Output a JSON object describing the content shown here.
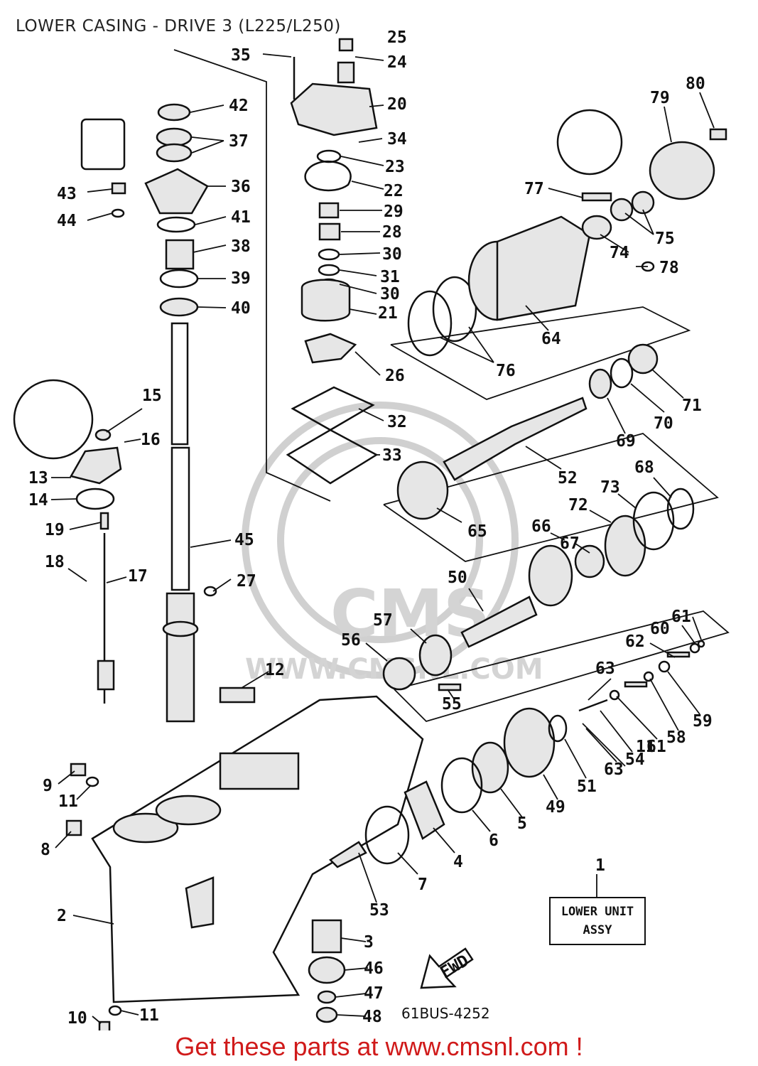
{
  "title": "LOWER CASING - DRIVE 3 (L225/L250)",
  "watermark": {
    "site": "WWW.CMSNL.COM",
    "logo_text": "CMS"
  },
  "assy_box": {
    "line1": "LOWER UNIT",
    "line2": "ASSY",
    "ref": "1"
  },
  "fwd_label": "FWD",
  "diagram_code": "61BUS-4252",
  "promo_text": "Get these parts at www.cmsnl.com !",
  "part_labels": [
    "1",
    "2",
    "3",
    "4",
    "5",
    "6",
    "7",
    "8",
    "9",
    "10",
    "11",
    "11",
    "11",
    "12",
    "13",
    "14",
    "15",
    "16",
    "17",
    "18",
    "19",
    "20",
    "21",
    "22",
    "23",
    "24",
    "25",
    "26",
    "27",
    "28",
    "29",
    "30",
    "30",
    "31",
    "32",
    "33",
    "34",
    "35",
    "36",
    "37",
    "38",
    "39",
    "40",
    "41",
    "42",
    "43",
    "44",
    "45",
    "46",
    "47",
    "48",
    "49",
    "50",
    "51",
    "52",
    "53",
    "54",
    "55",
    "56",
    "57",
    "58",
    "59",
    "60",
    "61",
    "61",
    "62",
    "63",
    "63",
    "64",
    "65",
    "66",
    "67",
    "68",
    "69",
    "70",
    "71",
    "72",
    "73",
    "74",
    "75",
    "76",
    "77",
    "78",
    "79",
    "80"
  ],
  "colors": {
    "promo": "#d01a1a",
    "line": "#111111",
    "watermark": "#d4d4d4"
  }
}
